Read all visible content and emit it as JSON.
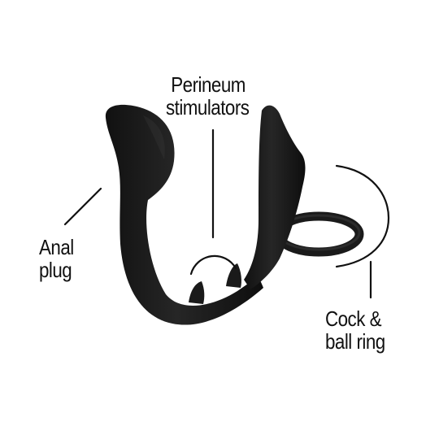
{
  "labels": {
    "perineum": {
      "line1": "Perineum",
      "line2": "stimulators"
    },
    "anal_plug": {
      "line1": "Anal",
      "line2": "plug"
    },
    "ring": {
      "line1": "Cock &",
      "line2": "ball ring"
    }
  },
  "colors": {
    "product": "#1a1a1a",
    "product_highlight": "#2e2e2e",
    "callout_lines": "#111111",
    "background": "#ffffff"
  }
}
